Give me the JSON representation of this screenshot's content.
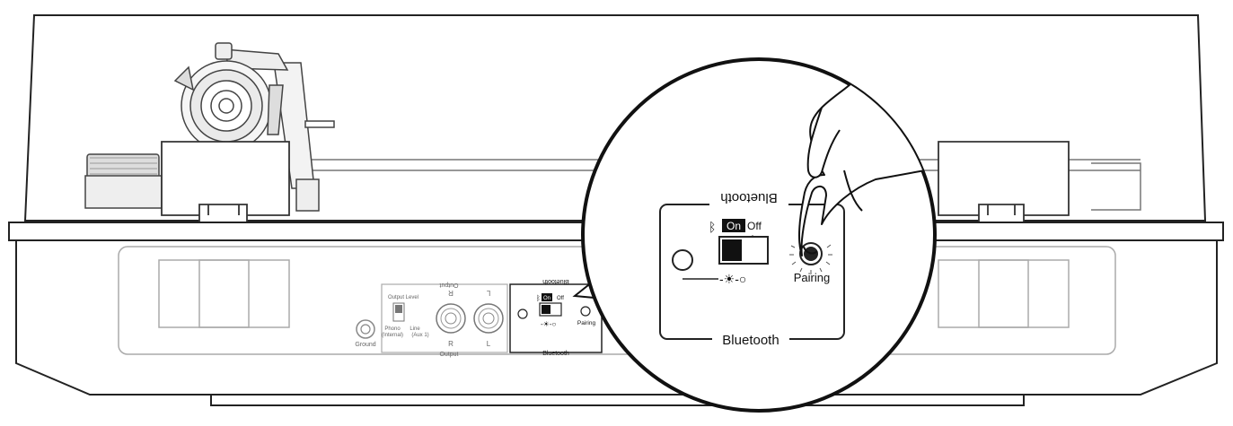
{
  "rear_panel": {
    "ground_label": "Ground",
    "output_level": {
      "title": "Output Level",
      "option_phono_line1": "Phono",
      "option_phono_line2": "(Internal)",
      "option_line_line1": "Line",
      "option_line_line2": "(Aux 1)"
    },
    "output_group": {
      "top_label": "Output",
      "bottom_label": "Output",
      "top_r": "R",
      "top_l": "L",
      "bottom_r": "R",
      "bottom_l": "L"
    },
    "bluetooth_small": {
      "top_label": "Bluetooth",
      "bottom_label": "Bluetooth",
      "on_label": "On",
      "off_label": "Off",
      "pairing_label": "Pairing"
    }
  },
  "zoom_callout": {
    "top_label": "Bluetooth",
    "bottom_label": "Bluetooth",
    "on_label": "On",
    "off_label": "Off",
    "pairing_label": "Pairing"
  }
}
